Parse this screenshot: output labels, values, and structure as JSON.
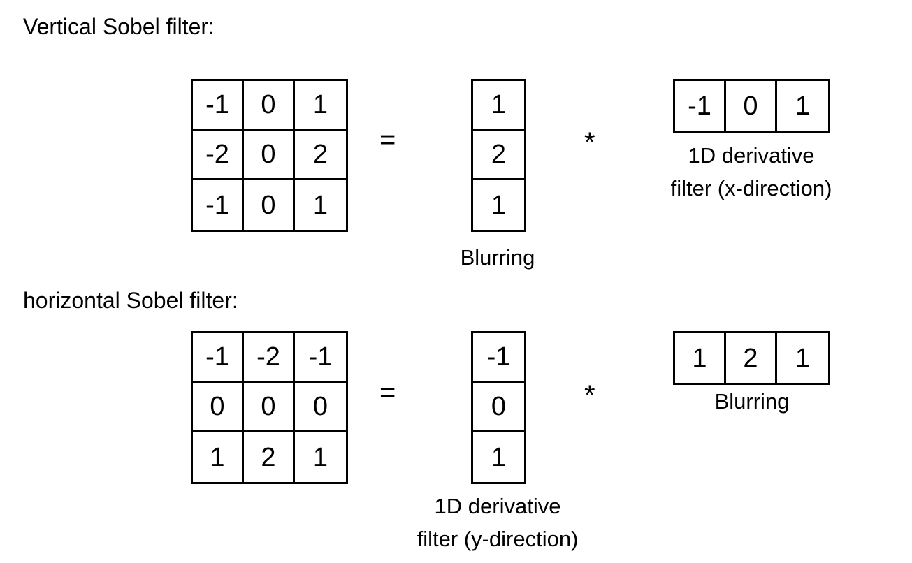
{
  "vertical": {
    "heading": "Vertical Sobel filter:",
    "kernel": [
      "-1",
      "0",
      "1",
      "-2",
      "0",
      "2",
      "-1",
      "0",
      "1"
    ],
    "equals": "=",
    "column": [
      "1",
      "2",
      "1"
    ],
    "column_caption": "Blurring",
    "times": "*",
    "row": [
      "-1",
      "0",
      "1"
    ],
    "row_caption_line1": "1D derivative",
    "row_caption_line2": "filter (x-direction)"
  },
  "horizontal": {
    "heading": "horizontal Sobel filter:",
    "kernel": [
      "-1",
      "-2",
      "-1",
      "0",
      "0",
      "0",
      "1",
      "2",
      "1"
    ],
    "equals": "=",
    "column": [
      "-1",
      "0",
      "1"
    ],
    "column_caption_line1": "1D derivative",
    "column_caption_line2": "filter (y-direction)",
    "times": "*",
    "row": [
      "1",
      "2",
      "1"
    ],
    "row_caption": "Blurring"
  }
}
